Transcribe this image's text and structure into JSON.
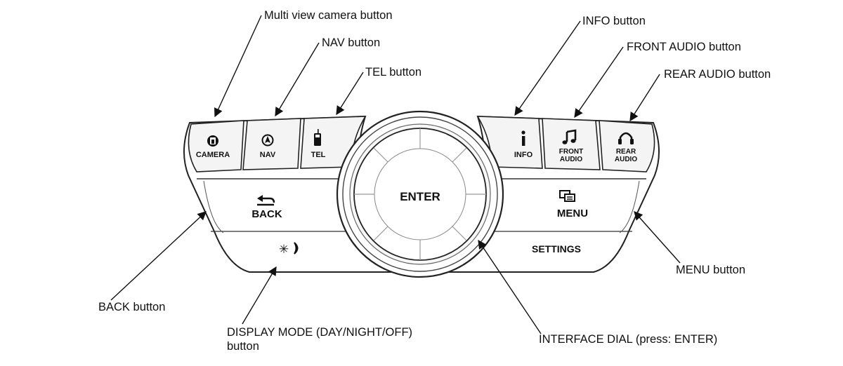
{
  "callouts": {
    "camera": "Multi view camera button",
    "nav": "NAV button",
    "tel": "TEL button",
    "info": "INFO button",
    "front_audio": "FRONT AUDIO button",
    "rear_audio": "REAR AUDIO button",
    "back": "BACK button",
    "display_mode_line1": "DISPLAY MODE (DAY/NIGHT/OFF)",
    "display_mode_line2": "button",
    "menu": "MENU button",
    "dial": "INTERFACE DIAL (press: ENTER)"
  },
  "panel": {
    "camera_label": "CAMERA",
    "nav_label": "NAV",
    "tel_label": "TEL",
    "info_label": "INFO",
    "front_audio_line1": "FRONT",
    "front_audio_line2": "AUDIO",
    "rear_audio_line1": "REAR",
    "rear_audio_line2": "AUDIO",
    "back_label": "BACK",
    "menu_label": "MENU",
    "settings_label": "SETTINGS",
    "enter_label": "ENTER"
  },
  "icons": {
    "camera": "camera-icon",
    "nav": "compass-icon",
    "tel": "phone-icon",
    "info": "info-icon",
    "front_audio": "music-note-icon",
    "rear_audio": "headphones-icon",
    "back": "back-arrow-icon",
    "menu": "menu-icon",
    "display_mode": "sun-moon-icon"
  }
}
